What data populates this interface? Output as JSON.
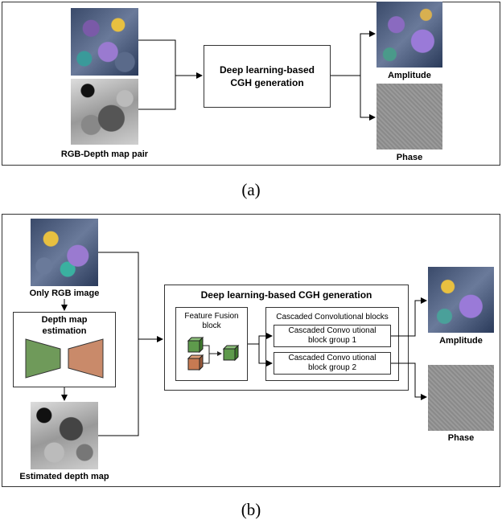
{
  "panel_a": {
    "caption": "(a)",
    "input_label": "RGB-Depth map pair",
    "generator_label": "Deep learning-based CGH generation",
    "output_amplitude": "Amplitude",
    "output_phase": "Phase"
  },
  "panel_b": {
    "caption": "(b)",
    "rgb_label": "Only RGB image",
    "depth_estimation_label": "Depth map estimation",
    "estimated_depth_label": "Estimated depth map",
    "generator_title": "Deep learning-based CGH generation",
    "feature_fusion_label": "Feature Fusion block",
    "cascaded_title": "Cascaded Convolutional blocks",
    "group1_label": "Cascaded Convo utional block group 1",
    "group2_label": "Cascaded Convo utional block group 2",
    "output_amplitude": "Amplitude",
    "output_phase": "Phase"
  },
  "colors": {
    "encoder": "#6f9a5a",
    "decoder": "#c98a6a",
    "cube_green": "#5e9a4c",
    "cube_orange": "#c77a52"
  }
}
